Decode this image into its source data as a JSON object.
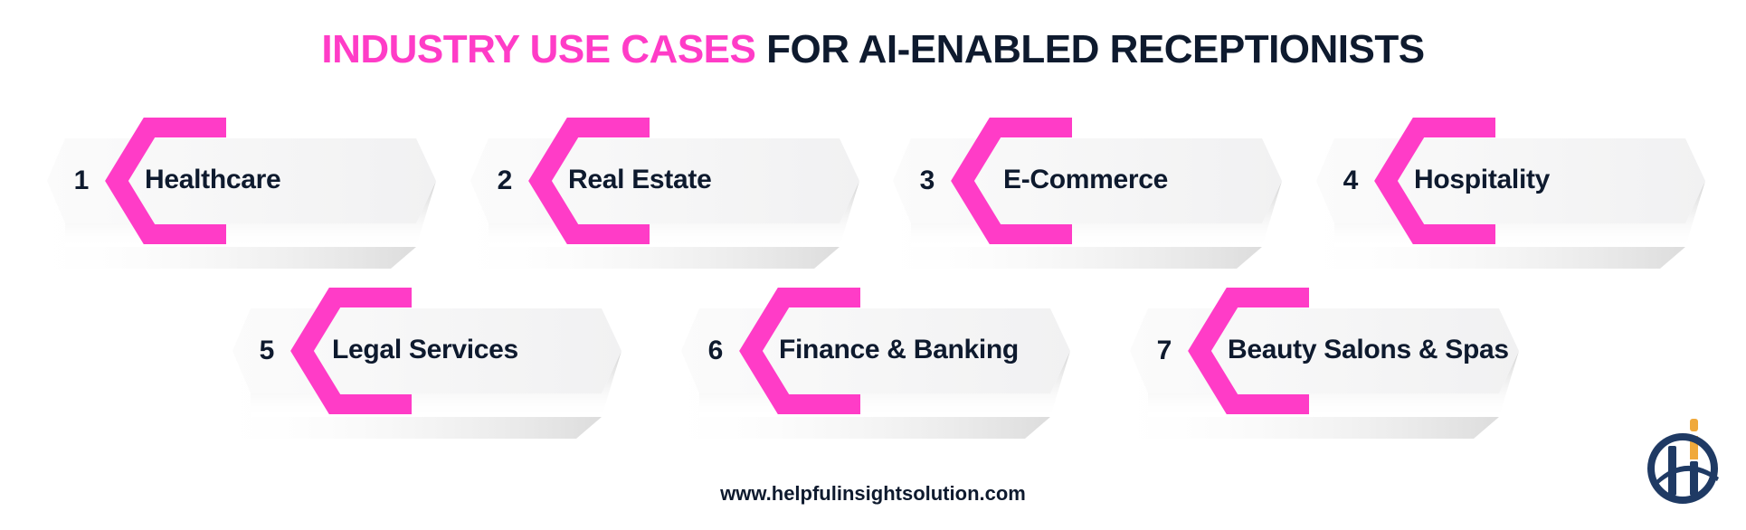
{
  "title": {
    "highlight": "INDUSTRY USE CASES",
    "rest": "FOR AI-ENABLED RECEPTIONISTS"
  },
  "colors": {
    "accent_pink": "#FF3CC7",
    "text_dark": "#0E1A2E",
    "card_fill": "#F4F4F5",
    "logo_navy": "#1F3A64",
    "logo_orange": "#F0A93B"
  },
  "cards": [
    {
      "number": "1",
      "label": "Healthcare"
    },
    {
      "number": "2",
      "label": "Real Estate"
    },
    {
      "number": "3",
      "label": "E-Commerce"
    },
    {
      "number": "4",
      "label": "Hospitality"
    },
    {
      "number": "5",
      "label": "Legal Services"
    },
    {
      "number": "6",
      "label": "Finance & Banking"
    },
    {
      "number": "7",
      "label": "Beauty Salons & Spas"
    }
  ],
  "footer": {
    "url": "www.helpfulinsightsolution.com"
  },
  "logo": {
    "icon": "hi-logo-icon"
  }
}
